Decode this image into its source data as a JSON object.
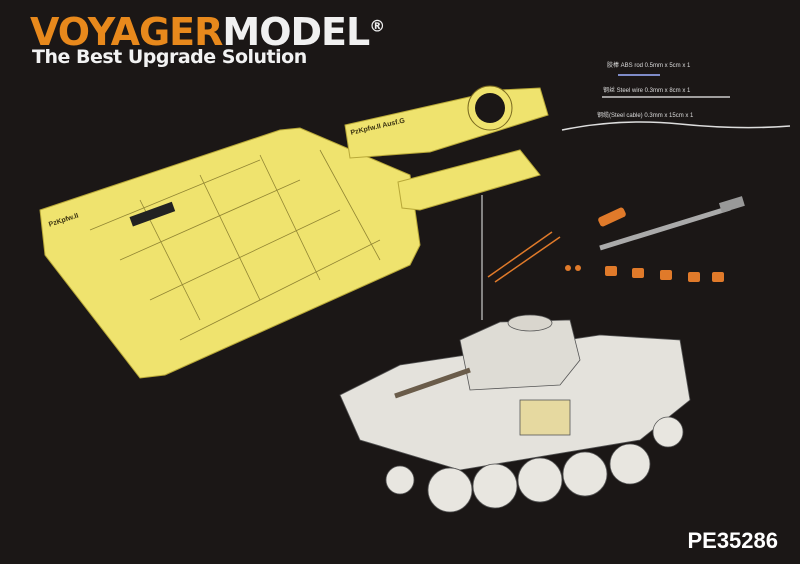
{
  "brand": {
    "part1": "VOYAGER",
    "part2": "MODEL",
    "registered": "®",
    "tagline": "The Best Upgrade Solution"
  },
  "accessories": [
    {
      "label": "胶棒 ABS rod 0.5mm x 5cm x 1"
    },
    {
      "label": "钢丝 Steel wire 0.3mm x 8cm x 1"
    },
    {
      "label": "钢缆(Steel cable) 0.3mm x 15cm x 1"
    }
  ],
  "fret_labels": {
    "main": "PzKpfw.II",
    "small": "PzKpfw.II Ausf.G"
  },
  "product_code": "PE35286",
  "colors": {
    "brass": "#f0e878",
    "orange": "#e8891c",
    "background": "#1b1716",
    "turned_parts": "#e07a2a"
  }
}
